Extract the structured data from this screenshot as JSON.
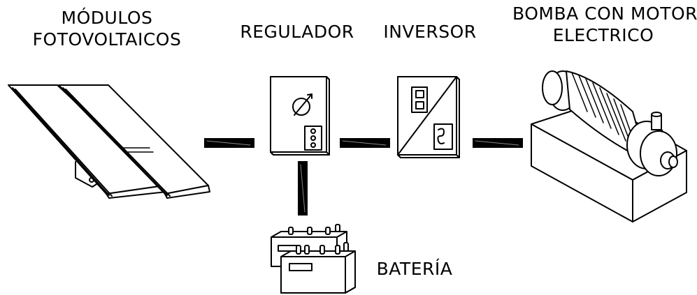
{
  "components": {
    "panels": {
      "line1": "MÓDULOS",
      "line2": "FOTOVOLTAICOS"
    },
    "regulator": {
      "label": "REGULADOR"
    },
    "inverter": {
      "label": "INVERSOR"
    },
    "pump": {
      "line1": "BOMBA CON MOTOR",
      "line2": "ELECTRICO"
    },
    "battery": {
      "label": "BATERÍA"
    }
  },
  "connections": [
    {
      "from": "panels",
      "to": "regulator"
    },
    {
      "from": "regulator",
      "to": "inverter"
    },
    {
      "from": "inverter",
      "to": "pump"
    },
    {
      "from": "regulator",
      "to": "battery"
    }
  ]
}
